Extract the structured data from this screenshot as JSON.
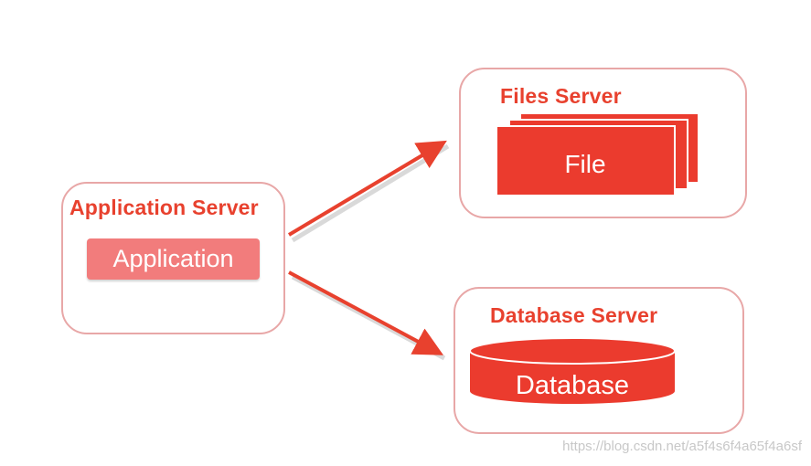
{
  "application_server": {
    "title": "Application Server",
    "component": "Application"
  },
  "files_server": {
    "title": "Files Server",
    "component": "File"
  },
  "database_server": {
    "title": "Database Server",
    "component": "Database"
  },
  "watermark": "https://blog.csdn.net/a5f4s6f4a65f4a6sf",
  "colors": {
    "accent": "#e8412e",
    "box_border": "#e8a7a7",
    "pill": "#f27c7c"
  }
}
